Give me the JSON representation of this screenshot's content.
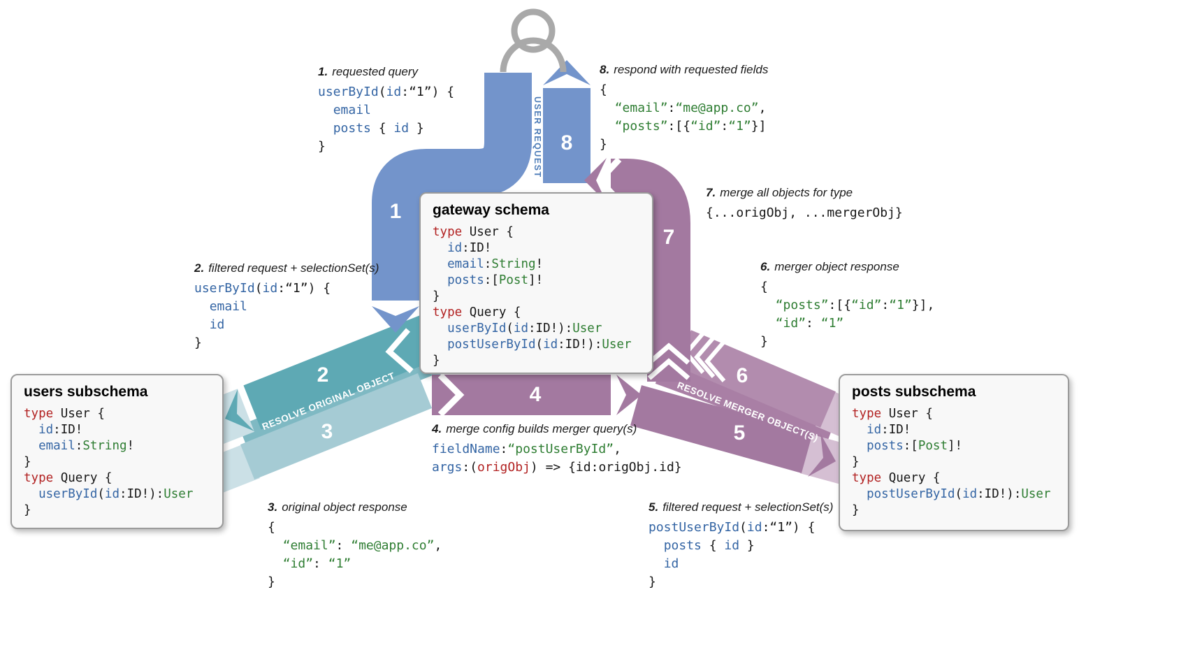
{
  "colors": {
    "blue": "#7394cb",
    "teal_dark": "#5ea9b4",
    "teal_mid": "#7fb9c3",
    "teal_light": "#a5cbd4",
    "teal_pale": "#cbe0e6",
    "purple": "#a379a0",
    "purple_mid": "#a97fa5",
    "purple_light": "#b28cae",
    "purple_pale": "#d5bfd3",
    "icon_gray": "#a9a9a9",
    "user_request_text": "#4d7cb8",
    "keyword_red": "#b22222",
    "field_blue": "#3465a4",
    "type_green": "#2e7d32",
    "box_bg": "#f8f8f8",
    "box_border": "#9a9a9a"
  },
  "bands": {
    "user_request_label": "USER REQUEST",
    "resolve_original_label": "RESOLVE ORIGINAL OBJECT",
    "resolve_merger_label": "RESOLVE MERGER OBJECT(S)",
    "numbers": [
      "1",
      "2",
      "3",
      "4",
      "5",
      "6",
      "7",
      "8"
    ]
  },
  "boxes": {
    "gateway": {
      "title": "gateway schema",
      "code": [
        [
          [
            "k",
            "type"
          ],
          [
            "p",
            " User {"
          ]
        ],
        [
          [
            "p",
            "  "
          ],
          [
            "f",
            "id"
          ],
          [
            "p",
            ":ID!"
          ]
        ],
        [
          [
            "p",
            "  "
          ],
          [
            "f",
            "email"
          ],
          [
            "p",
            ":"
          ],
          [
            "t",
            "String"
          ],
          [
            "p",
            "!"
          ]
        ],
        [
          [
            "p",
            "  "
          ],
          [
            "f",
            "posts"
          ],
          [
            "p",
            ":["
          ],
          [
            "t",
            "Post"
          ],
          [
            "p",
            "]!"
          ]
        ],
        [
          [
            "p",
            "}"
          ]
        ],
        [
          [
            "k",
            "type"
          ],
          [
            "p",
            " Query {"
          ]
        ],
        [
          [
            "p",
            "  "
          ],
          [
            "f",
            "userById"
          ],
          [
            "p",
            "("
          ],
          [
            "f",
            "id"
          ],
          [
            "p",
            ":ID!):"
          ],
          [
            "t",
            "User"
          ]
        ],
        [
          [
            "p",
            "  "
          ],
          [
            "f",
            "postUserById"
          ],
          [
            "p",
            "("
          ],
          [
            "f",
            "id"
          ],
          [
            "p",
            ":ID!):"
          ],
          [
            "t",
            "User"
          ]
        ],
        [
          [
            "p",
            "}"
          ]
        ]
      ]
    },
    "users": {
      "title": "users subschema",
      "code": [
        [
          [
            "k",
            "type"
          ],
          [
            "p",
            " User {"
          ]
        ],
        [
          [
            "p",
            "  "
          ],
          [
            "f",
            "id"
          ],
          [
            "p",
            ":ID!"
          ]
        ],
        [
          [
            "p",
            "  "
          ],
          [
            "f",
            "email"
          ],
          [
            "p",
            ":"
          ],
          [
            "t",
            "String"
          ],
          [
            "p",
            "!"
          ]
        ],
        [
          [
            "p",
            "}"
          ]
        ],
        [
          [
            "k",
            "type"
          ],
          [
            "p",
            " Query {"
          ]
        ],
        [
          [
            "p",
            "  "
          ],
          [
            "f",
            "userById"
          ],
          [
            "p",
            "("
          ],
          [
            "f",
            "id"
          ],
          [
            "p",
            ":ID!):"
          ],
          [
            "t",
            "User"
          ]
        ],
        [
          [
            "p",
            "}"
          ]
        ]
      ]
    },
    "posts": {
      "title": "posts subschema",
      "code": [
        [
          [
            "k",
            "type"
          ],
          [
            "p",
            " User {"
          ]
        ],
        [
          [
            "p",
            "  "
          ],
          [
            "f",
            "id"
          ],
          [
            "p",
            ":ID!"
          ]
        ],
        [
          [
            "p",
            "  "
          ],
          [
            "f",
            "posts"
          ],
          [
            "p",
            ":["
          ],
          [
            "t",
            "Post"
          ],
          [
            "p",
            "]!"
          ]
        ],
        [
          [
            "p",
            "}"
          ]
        ],
        [
          [
            "k",
            "type"
          ],
          [
            "p",
            " Query {"
          ]
        ],
        [
          [
            "p",
            "  "
          ],
          [
            "f",
            "postUserById"
          ],
          [
            "p",
            "("
          ],
          [
            "f",
            "id"
          ],
          [
            "p",
            ":ID!):"
          ],
          [
            "t",
            "User"
          ]
        ],
        [
          [
            "p",
            "}"
          ]
        ]
      ]
    }
  },
  "annotations": [
    {
      "num": "1.",
      "title": "requested query",
      "code": [
        [
          [
            "f",
            "userById"
          ],
          [
            "p",
            "("
          ],
          [
            "f",
            "id"
          ],
          [
            "p",
            ":“1”) {"
          ]
        ],
        [
          [
            "p",
            "  "
          ],
          [
            "f",
            "email"
          ]
        ],
        [
          [
            "p",
            "  "
          ],
          [
            "f",
            "posts"
          ],
          [
            "p",
            " { "
          ],
          [
            "f",
            "id"
          ],
          [
            "p",
            " }"
          ]
        ],
        [
          [
            "p",
            "}"
          ]
        ]
      ]
    },
    {
      "num": "2.",
      "title": "filtered request + selectionSet(s)",
      "code": [
        [
          [
            "f",
            "userById"
          ],
          [
            "p",
            "("
          ],
          [
            "f",
            "id"
          ],
          [
            "p",
            ":“1”) {"
          ]
        ],
        [
          [
            "p",
            "  "
          ],
          [
            "f",
            "email"
          ]
        ],
        [
          [
            "p",
            "  "
          ],
          [
            "f",
            "id"
          ]
        ],
        [
          [
            "p",
            "}"
          ]
        ]
      ]
    },
    {
      "num": "3.",
      "title": "original object response",
      "code": [
        [
          [
            "p",
            "{"
          ]
        ],
        [
          [
            "p",
            "  "
          ],
          [
            "s",
            "“email”"
          ],
          [
            "p",
            ": "
          ],
          [
            "s",
            "“me@app.co”"
          ],
          [
            "p",
            ","
          ]
        ],
        [
          [
            "p",
            "  "
          ],
          [
            "s",
            "“id”"
          ],
          [
            "p",
            ": "
          ],
          [
            "s",
            "“1”"
          ]
        ],
        [
          [
            "p",
            "}"
          ]
        ]
      ]
    },
    {
      "num": "4.",
      "title": "merge config builds merger query(s)",
      "code": [
        [
          [
            "f",
            "fieldName"
          ],
          [
            "p",
            ":"
          ],
          [
            "s",
            "“postUserById”"
          ],
          [
            "p",
            ","
          ]
        ],
        [
          [
            "f",
            "args"
          ],
          [
            "p",
            ":("
          ],
          [
            "k",
            "origObj"
          ],
          [
            "p",
            ") => {id:origObj.id}"
          ]
        ]
      ]
    },
    {
      "num": "5.",
      "title": "filtered request + selectionSet(s)",
      "code": [
        [
          [
            "f",
            "postUserById"
          ],
          [
            "p",
            "("
          ],
          [
            "f",
            "id"
          ],
          [
            "p",
            ":“1”) {"
          ]
        ],
        [
          [
            "p",
            "  "
          ],
          [
            "f",
            "posts"
          ],
          [
            "p",
            " { "
          ],
          [
            "f",
            "id"
          ],
          [
            "p",
            " }"
          ]
        ],
        [
          [
            "p",
            "  "
          ],
          [
            "f",
            "id"
          ]
        ],
        [
          [
            "p",
            "}"
          ]
        ]
      ]
    },
    {
      "num": "6.",
      "title": "merger object response",
      "code": [
        [
          [
            "p",
            "{"
          ]
        ],
        [
          [
            "p",
            "  "
          ],
          [
            "s",
            "“posts”"
          ],
          [
            "p",
            ":[{"
          ],
          [
            "s",
            "“id”"
          ],
          [
            "p",
            ":"
          ],
          [
            "s",
            "“1”"
          ],
          [
            "p",
            "}],"
          ]
        ],
        [
          [
            "p",
            "  "
          ],
          [
            "s",
            "“id”"
          ],
          [
            "p",
            ": "
          ],
          [
            "s",
            "“1”"
          ]
        ],
        [
          [
            "p",
            "}"
          ]
        ]
      ]
    },
    {
      "num": "7.",
      "title": "merge all objects for type",
      "code": [
        [
          [
            "p",
            "{...origObj, ...mergerObj}"
          ]
        ]
      ]
    },
    {
      "num": "8.",
      "title": "respond with requested fields",
      "code": [
        [
          [
            "p",
            "{"
          ]
        ],
        [
          [
            "p",
            "  "
          ],
          [
            "s",
            "“email”"
          ],
          [
            "p",
            ":"
          ],
          [
            "s",
            "“me@app.co”"
          ],
          [
            "p",
            ","
          ]
        ],
        [
          [
            "p",
            "  "
          ],
          [
            "s",
            "“posts”"
          ],
          [
            "p",
            ":[{"
          ],
          [
            "s",
            "“id”"
          ],
          [
            "p",
            ":"
          ],
          [
            "s",
            "“1”"
          ],
          [
            "p",
            "}]"
          ]
        ],
        [
          [
            "p",
            "}"
          ]
        ]
      ]
    }
  ]
}
